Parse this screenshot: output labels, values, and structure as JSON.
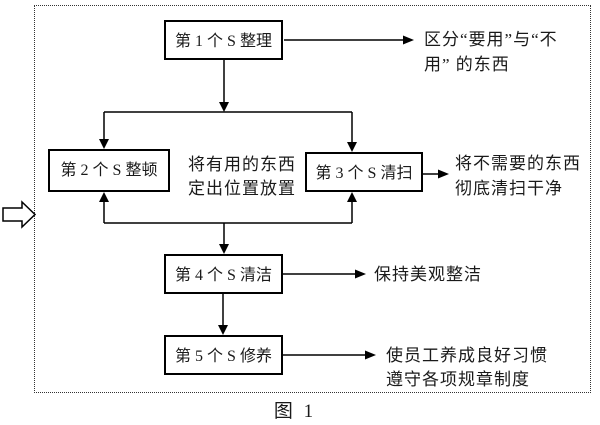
{
  "diagram": {
    "caption": "图 1",
    "boxes": [
      {
        "id": "s1",
        "label": "第 1 个 S 整理"
      },
      {
        "id": "s2",
        "label": "第 2 个 S 整顿"
      },
      {
        "id": "s3",
        "label": "第 3 个 S 清扫"
      },
      {
        "id": "s4",
        "label": "第 4 个 S 清洁"
      },
      {
        "id": "s5",
        "label": "第 5 个 S 修养"
      }
    ],
    "notes": [
      {
        "id": "note-s1",
        "lines": [
          "区分“要用”与“不",
          "用” 的东西"
        ]
      },
      {
        "id": "note-s2",
        "lines": [
          "将有用的东西",
          "定出位置放置"
        ]
      },
      {
        "id": "note-s3",
        "lines": [
          "将不需要的东西",
          "彻底清扫干净"
        ]
      },
      {
        "id": "note-s4",
        "lines": [
          "保持美观整洁"
        ]
      },
      {
        "id": "note-s5",
        "lines": [
          "使员工养成良好习惯",
          "遵守各项规章制度"
        ]
      }
    ],
    "colors": {
      "line": "#000000",
      "text": "#1a1a1a",
      "background": "#ffffff"
    }
  }
}
